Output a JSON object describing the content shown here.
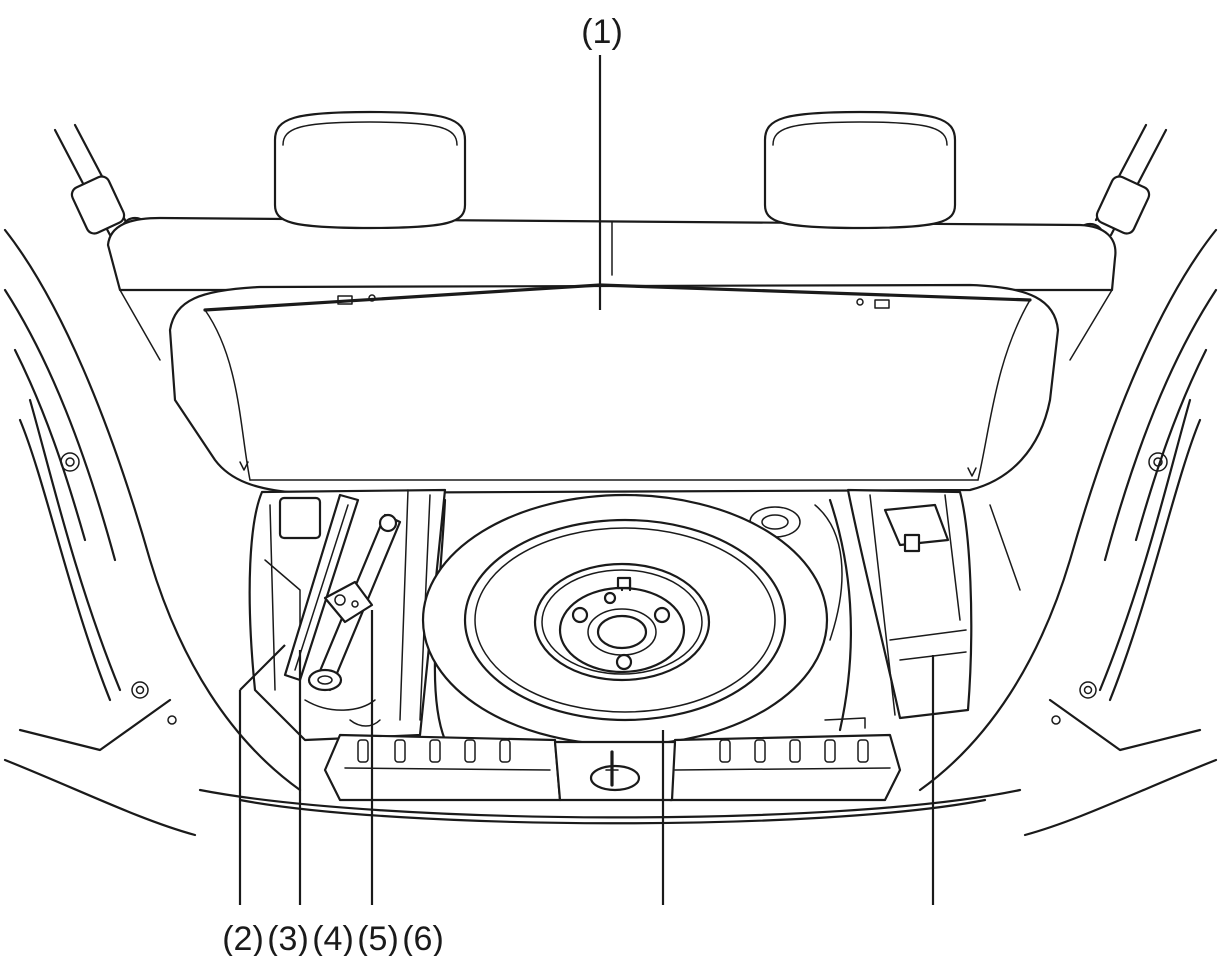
{
  "callouts": {
    "label_1": "(1)",
    "label_2": "(2)",
    "label_3": "(3)",
    "label_4": "(4)",
    "label_5": "(5)",
    "label_6": "(6)"
  },
  "colors": {
    "line": "#1a1a1a",
    "background": "#ffffff"
  }
}
